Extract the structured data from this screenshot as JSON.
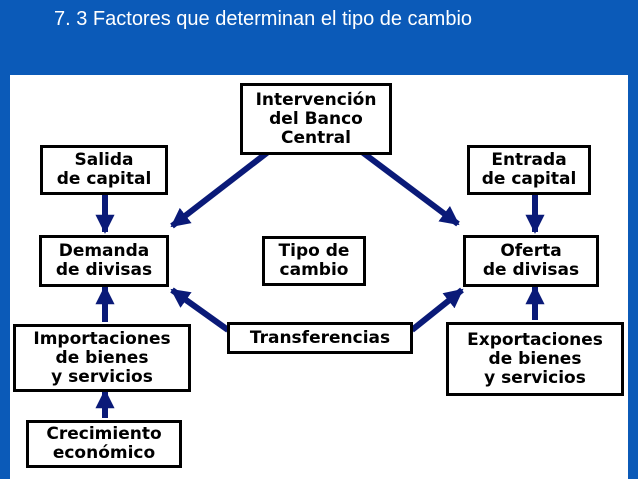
{
  "slide": {
    "title": "7. 3 Factores que determinan el tipo de cambio"
  },
  "colors": {
    "background": "#0b5ab8",
    "panel": "#ffffff",
    "arrow": "#0a1a78",
    "box_border": "#000000"
  },
  "diagram": {
    "nodes": {
      "intervencion": "Intervención\ndel Banco\nCentral",
      "salida_capital": "Salida\nde capital",
      "entrada_capital": "Entrada\nde capital",
      "demanda_divisas": "Demanda\nde divisas",
      "tipo_cambio": "Tipo de\ncambio",
      "oferta_divisas": "Oferta\nde divisas",
      "importaciones": "Importaciones\nde bienes\ny servicios",
      "transferencias": "Transferencias",
      "exportaciones": "Exportaciones\nde bienes\ny servicios",
      "crecimiento": "Crecimiento\neconómico"
    },
    "edges": [
      {
        "from": "intervencion",
        "to": "demanda_divisas"
      },
      {
        "from": "intervencion",
        "to": "oferta_divisas"
      },
      {
        "from": "salida_capital",
        "to": "demanda_divisas"
      },
      {
        "from": "entrada_capital",
        "to": "oferta_divisas"
      },
      {
        "from": "importaciones",
        "to": "demanda_divisas"
      },
      {
        "from": "crecimiento",
        "to": "importaciones"
      },
      {
        "from": "exportaciones",
        "to": "oferta_divisas"
      },
      {
        "from": "transferencias",
        "to": "demanda_divisas"
      },
      {
        "from": "transferencias",
        "to": "oferta_divisas"
      }
    ]
  }
}
